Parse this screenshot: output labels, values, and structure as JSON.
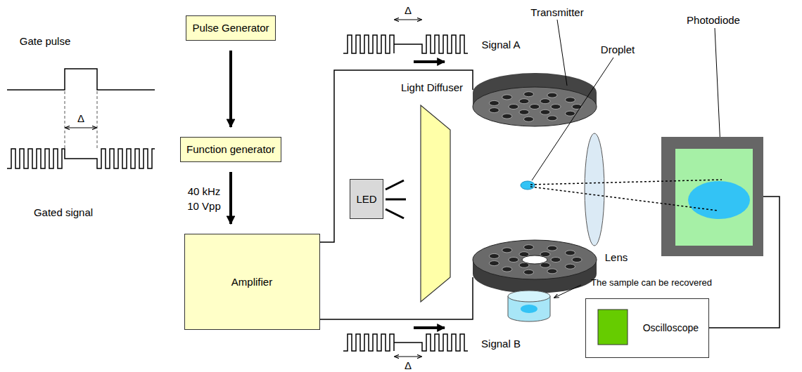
{
  "diagram": {
    "nodes": [
      {
        "text": [
          "Pulse Generator"
        ]
      },
      {
        "text": [
          "Function generator"
        ]
      },
      {
        "text": [
          "Amplifier"
        ]
      },
      {
        "text": [
          "LED"
        ]
      },
      {
        "text": [
          "Oscilloscope"
        ]
      }
    ],
    "edges": [
      {
        "from": 0,
        "to": 1,
        "arrow": "to"
      },
      {
        "from": 1,
        "to": 2,
        "arrow": "to"
      }
    ],
    "labels": [
      "Gate pulse",
      "Δ",
      "Gated signal",
      "40 kHz",
      "10 Vpp",
      "Signal A",
      "Δ",
      "Transmitter",
      "Light Diffuser",
      "Droplet",
      "Photodiode",
      "Lens",
      "The sample can be recovered",
      "Signal B",
      "Δ"
    ]
  }
}
